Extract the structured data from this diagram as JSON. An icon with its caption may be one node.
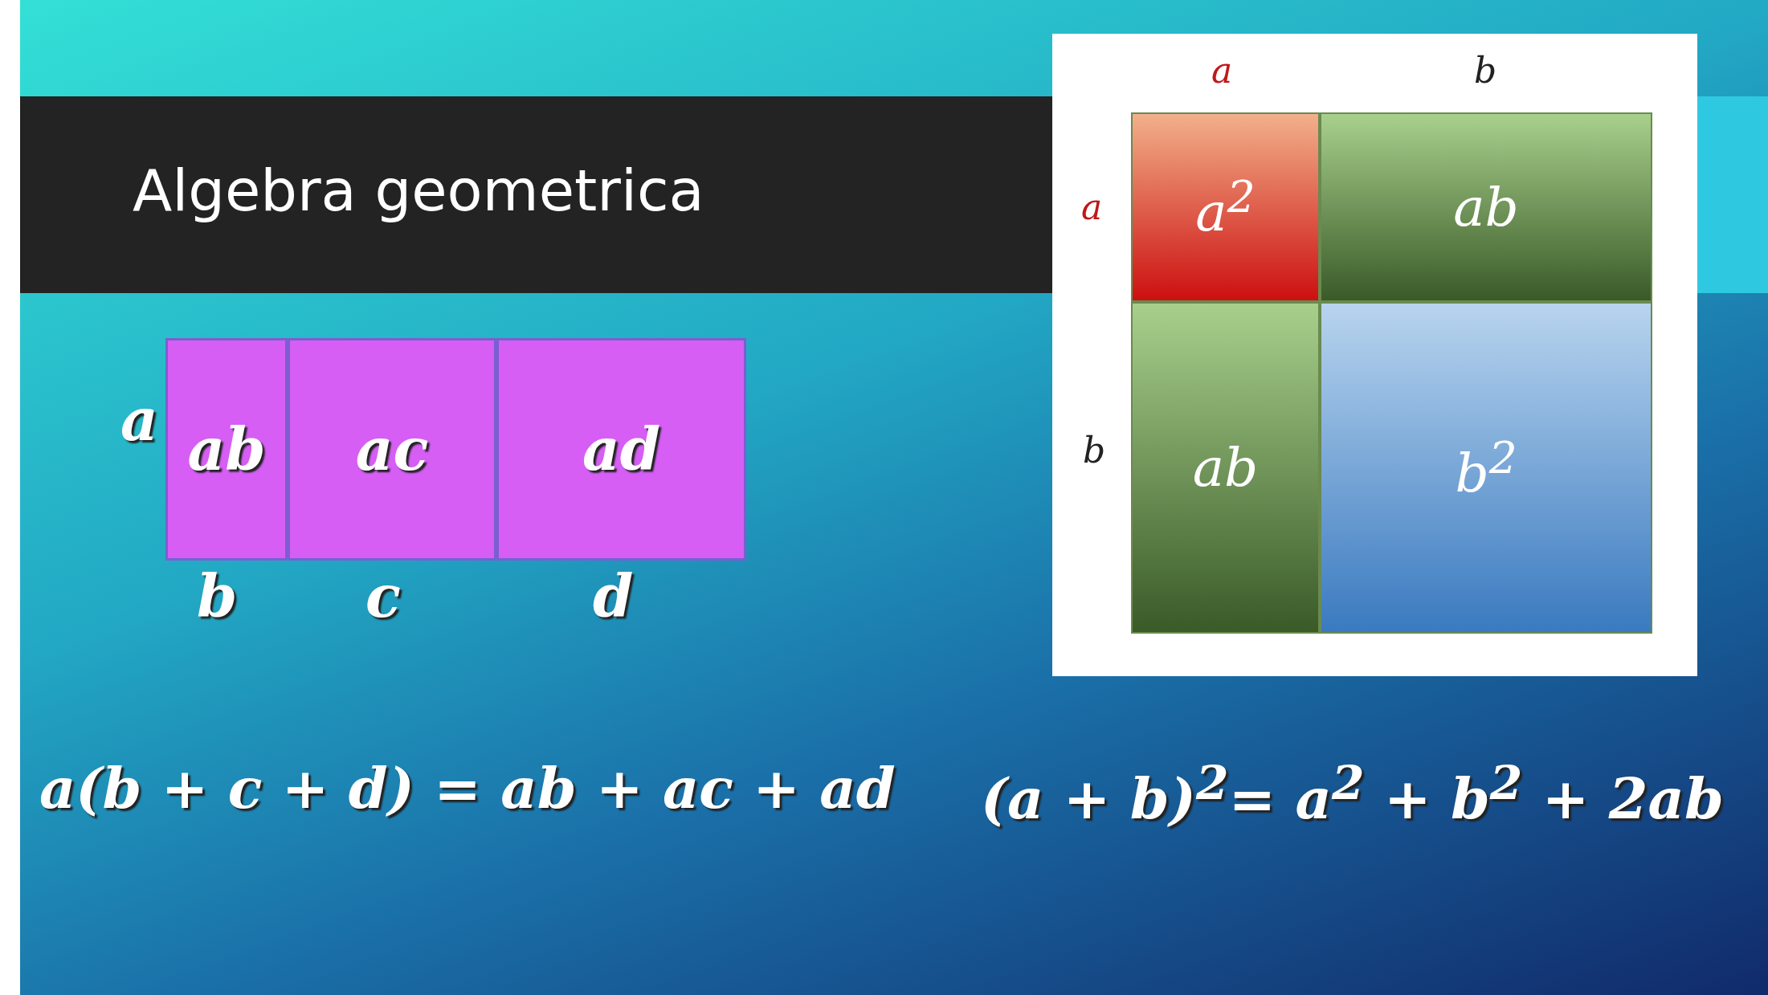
{
  "diagram": {
    "title": "Algebra geometrica",
    "nodes": [
      {
        "text": [
          "ab"
        ]
      },
      {
        "text": [
          "ac"
        ]
      },
      {
        "text": [
          "ad"
        ]
      },
      {
        "text": [
          "a$^{2}$"
        ]
      },
      {
        "text": [
          "ab"
        ]
      },
      {
        "text": [
          "ab"
        ]
      },
      {
        "text": [
          "b$^{2}$"
        ]
      }
    ],
    "labels": [
      "a",
      "b",
      "c",
      "d",
      "a",
      "b",
      "a",
      "b",
      "a(b + c + d) = ab + ac + ad",
      "(a + b)$^{2}$= a$^{2}$ + b$^{2}$ + 2ab"
    ]
  }
}
